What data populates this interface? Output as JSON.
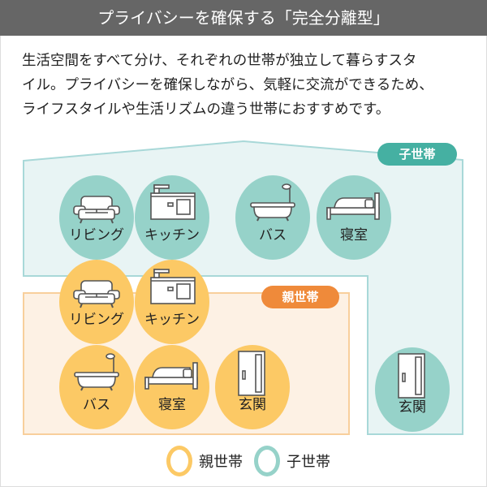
{
  "header": {
    "title": "プライバシーを確保する「完全分離型」"
  },
  "description": {
    "lines": [
      "生活空間をすべて分け、それぞれの世帯が独立して暮らすスタ",
      "イル。プライバシーを確保しながら、気軽に交流ができるため、",
      "ライフスタイルや生活リズムの違う世帯におすすめです。"
    ]
  },
  "colors": {
    "header_bg": "#666666",
    "child_circle": "#96d2c9",
    "child_badge": "#45b0a2",
    "child_area": "#e8f4f4",
    "parent_circle": "#fcc965",
    "parent_badge": "#ef8a3a",
    "parent_area": "#fdf1e4"
  },
  "child_household": {
    "badge": "子世帯",
    "rooms": [
      {
        "label": "リビング",
        "icon": "sofa-icon"
      },
      {
        "label": "キッチン",
        "icon": "kitchen-icon"
      },
      {
        "label": "バス",
        "icon": "bathtub-icon"
      },
      {
        "label": "寝室",
        "icon": "bed-icon"
      },
      {
        "label": "玄関",
        "icon": "door-icon"
      }
    ]
  },
  "parent_household": {
    "badge": "親世帯",
    "rooms": [
      {
        "label": "リビング",
        "icon": "sofa-icon"
      },
      {
        "label": "キッチン",
        "icon": "kitchen-icon"
      },
      {
        "label": "バス",
        "icon": "bathtub-icon"
      },
      {
        "label": "寝室",
        "icon": "bed-icon"
      },
      {
        "label": "玄関",
        "icon": "door-icon"
      }
    ]
  },
  "legend": {
    "parent": "親世帯",
    "child": "子世帯"
  }
}
